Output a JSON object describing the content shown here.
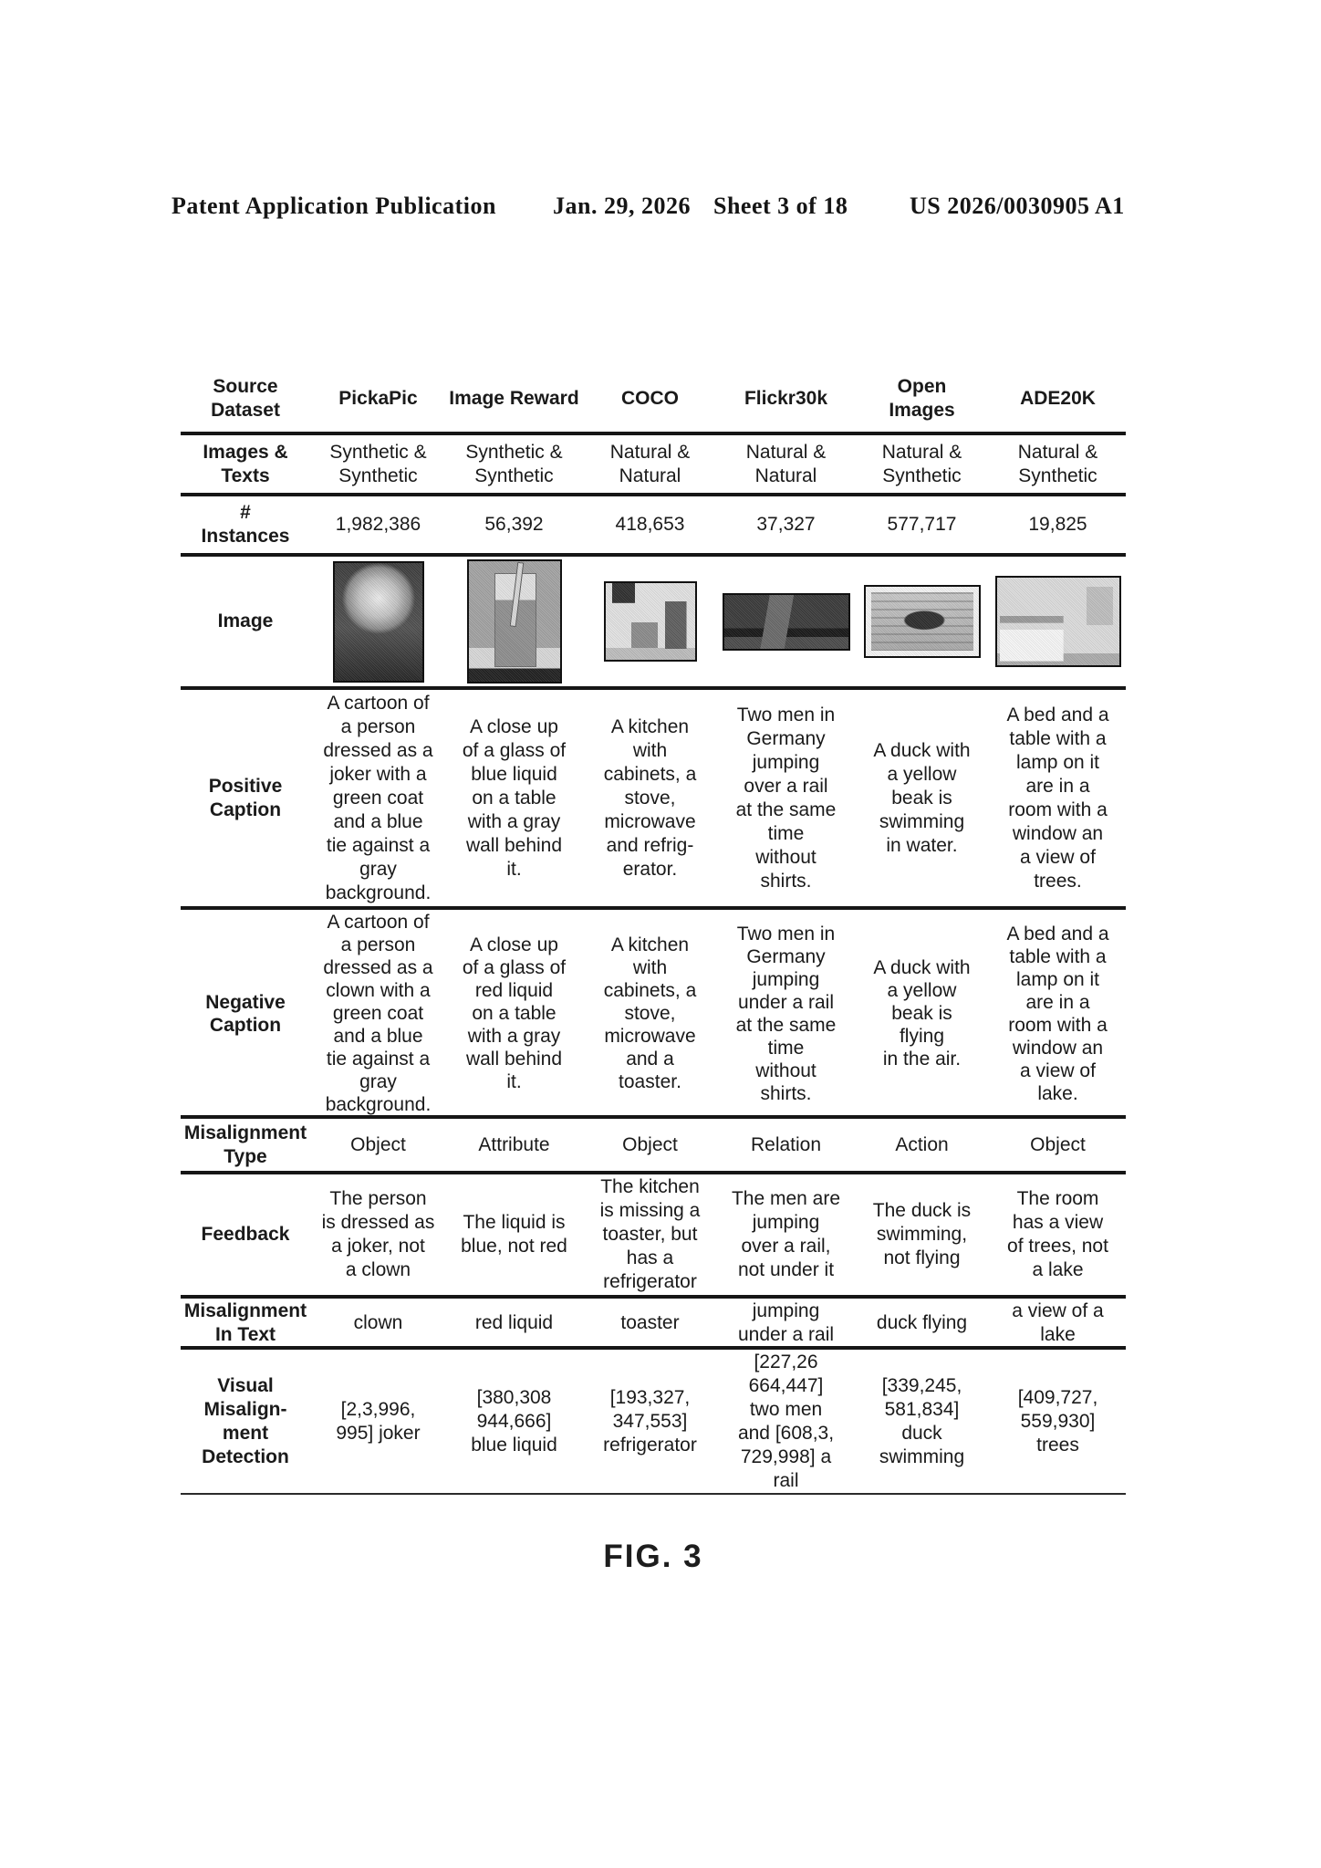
{
  "colors": {
    "ink": "#1a1a1a",
    "paper": "#ffffff"
  },
  "page_header": {
    "publication": "Patent Application Publication",
    "date": "Jan. 29, 2026",
    "sheet": "Sheet 3 of 18",
    "patent_number": "US 2026/0030905 A1"
  },
  "figure_caption": "FIG. 3",
  "table": {
    "corner_label": "Source\nDataset",
    "columns": [
      "PickaPic",
      "Image Reward",
      "COCO",
      "Flickr30k",
      "Open\nImages",
      "ADE20K"
    ],
    "rows": [
      {
        "label": "Images &\nTexts",
        "values": [
          "Synthetic &\nSynthetic",
          "Synthetic &\nSynthetic",
          "Natural &\nNatural",
          "Natural &\nNatural",
          "Natural &\nSynthetic",
          "Natural &\nSynthetic"
        ]
      },
      {
        "label": "#\nInstances",
        "values": [
          "1,982,386",
          "56,392",
          "418,653",
          "37,327",
          "577,717",
          "19,825"
        ]
      },
      {
        "label": "Image",
        "images": [
          {
            "name": "joker-image",
            "desc": "grayscale cartoon portrait of a joker"
          },
          {
            "name": "glass-image",
            "desc": "close up of a glass of liquid with a straw"
          },
          {
            "name": "kitchen-image",
            "desc": "kitchen with cabinets and appliances"
          },
          {
            "name": "two-men-image",
            "desc": "two men jumping over a rail"
          },
          {
            "name": "duck-image",
            "desc": "duck swimming in water"
          },
          {
            "name": "bedroom-image",
            "desc": "bed and table with lamp by a window"
          }
        ]
      },
      {
        "label": "Positive\nCaption",
        "values": [
          "A cartoon of\na person\ndressed as a\njoker with a\ngreen coat\nand a blue\ntie against a\ngray\nbackground.",
          "A close up\nof a glass of\nblue liquid\non a table\nwith a gray\nwall behind\nit.",
          "A kitchen\nwith\ncabinets, a\nstove,\nmicrowave\nand refrig-\nerator.",
          "Two men in\nGermany\njumping\nover a rail\nat the same\ntime\nwithout\nshirts.",
          "A duck with\na yellow\nbeak is\nswimming\nin water.",
          "A bed and a\ntable with a\nlamp on it\nare in a\nroom with a\nwindow an\na view of\ntrees."
        ]
      },
      {
        "label": "Negative\nCaption",
        "values": [
          "A cartoon of\na person\ndressed as a\nclown with a\ngreen coat\nand a blue\ntie against a\ngray\nbackground.",
          "A close up\nof a glass of\nred liquid\non a table\nwith a gray\nwall behind\nit.",
          "A kitchen\nwith\ncabinets, a\nstove,\nmicrowave\nand a\ntoaster.",
          "Two men in\nGermany\njumping\nunder a rail\nat the same\ntime\nwithout\nshirts.",
          "A duck with\na yellow\nbeak is\nflying\nin the air.",
          "A bed and a\ntable with a\nlamp on it\nare in a\nroom with a\nwindow an\na view of\nlake."
        ]
      },
      {
        "label": "Misalignment\nType",
        "values": [
          "Object",
          "Attribute",
          "Object",
          "Relation",
          "Action",
          "Object"
        ]
      },
      {
        "label": "Feedback",
        "values": [
          "The person\nis dressed as\na joker, not\na clown",
          "The liquid is\nblue, not red",
          "The kitchen\nis missing a\ntoaster, but\nhas a\nrefrigerator",
          "The men are\njumping\nover a rail,\nnot under it",
          "The duck is\nswimming,\nnot flying",
          "The room\nhas a view\nof trees, not\na lake"
        ]
      },
      {
        "label": "Misalignment\nIn Text",
        "values": [
          "clown",
          "red liquid",
          "toaster",
          "jumping\nunder a rail",
          "duck flying",
          "a view of a\nlake"
        ]
      },
      {
        "label": "Visual\nMisalign-\nment\nDetection",
        "values": [
          "[2,3,996,\n995] joker",
          "[380,308\n944,666]\nblue liquid",
          "[193,327,\n347,553]\nrefrigerator",
          "[227,26\n664,447]\ntwo men\nand [608,3,\n729,998] a\nrail",
          "[339,245,\n581,834]\nduck\nswimming",
          "[409,727,\n559,930]\ntrees"
        ]
      }
    ]
  }
}
